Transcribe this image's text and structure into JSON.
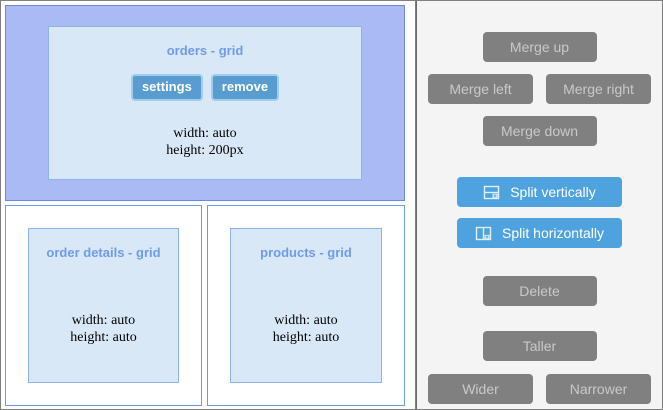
{
  "canvas": {
    "panels": [
      {
        "id": "orders",
        "title": "orders - grid",
        "selected": true,
        "actions": [
          {
            "name": "settings-button",
            "label": "settings"
          },
          {
            "name": "remove-button",
            "label": "remove"
          }
        ],
        "meta": {
          "width": "width: auto",
          "height": "height: 200px"
        }
      },
      {
        "id": "order-details",
        "title": "order details - grid",
        "selected": false,
        "meta": {
          "width": "width: auto",
          "height": "height: auto"
        }
      },
      {
        "id": "products",
        "title": "products - grid",
        "selected": false,
        "meta": {
          "width": "width: auto",
          "height": "height: auto"
        }
      }
    ]
  },
  "sidebar": {
    "buttons": {
      "merge_up": "Merge up",
      "merge_left": "Merge left",
      "merge_right": "Merge right",
      "merge_down": "Merge down",
      "split_vertically": "Split vertically",
      "split_horizontally": "Split horizontally",
      "delete": "Delete",
      "taller": "Taller",
      "wider": "Wider",
      "narrower": "Narrower"
    },
    "icons": {
      "split_vertically": "split-vertically-icon",
      "split_horizontally": "split-horizontally-icon"
    }
  },
  "colors": {
    "selected_panel_fill": "#aabaf4",
    "panel_inner_fill": "#d8e8f7",
    "panel_border": "#6f9bdf",
    "title_text": "#6e9ce8",
    "panel_button": "#589cd0",
    "sidebar_bg": "#f4f4f4",
    "disabled_button": "#808080",
    "primary_button": "#4ea2dd"
  }
}
